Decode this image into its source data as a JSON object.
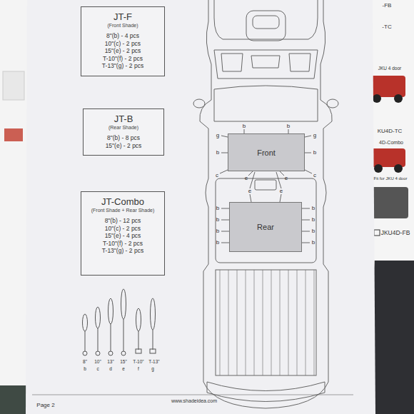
{
  "diagram": {
    "nodes": [
      {
        "text": [
          "JT-F",
          "(Front Shade)",
          "8\"(b) - 4 pcs",
          "10\"(c) - 2 pcs",
          "15\"(e) - 2 pcs",
          "T-10\"(f) - 2 pcs",
          "T-13\"(g) - 2 pcs"
        ]
      },
      {
        "text": [
          "JT-B",
          "(Rear Shade)",
          "8\"(b) - 8 pcs",
          "15\"(e) - 2 pcs"
        ]
      },
      {
        "text": [
          "JT-Combo",
          "(Front Shade + Rear Shade)",
          "8\"(b) - 12 pcs",
          "10\"(c) - 2 pcs",
          "15\"(e) - 4 pcs",
          "T-10\"(f) - 2 pcs",
          "T-13\"(g) - 2 pcs"
        ]
      },
      {
        "text": [
          "Front"
        ]
      },
      {
        "text": [
          "Rear"
        ]
      }
    ],
    "labels": [
      "b",
      "b",
      "g",
      "b",
      "g",
      "b",
      "c",
      "e",
      "e",
      "c",
      "e",
      "e",
      "b",
      "b",
      "b",
      "b",
      "b",
      "b",
      "b",
      "b",
      "8\"",
      "10\"",
      "13\"",
      "15\"",
      "T-10\"",
      "T-13\"",
      "b",
      "c",
      "d",
      "e",
      "f",
      "g",
      "Page 2",
      "www.shadeidea.com",
      "-FB",
      "-TC",
      "JKU 4 door",
      "KU4D-TC",
      "4D-Combo",
      "Fit for JKU 4 door",
      "JKU4D-FB"
    ]
  }
}
